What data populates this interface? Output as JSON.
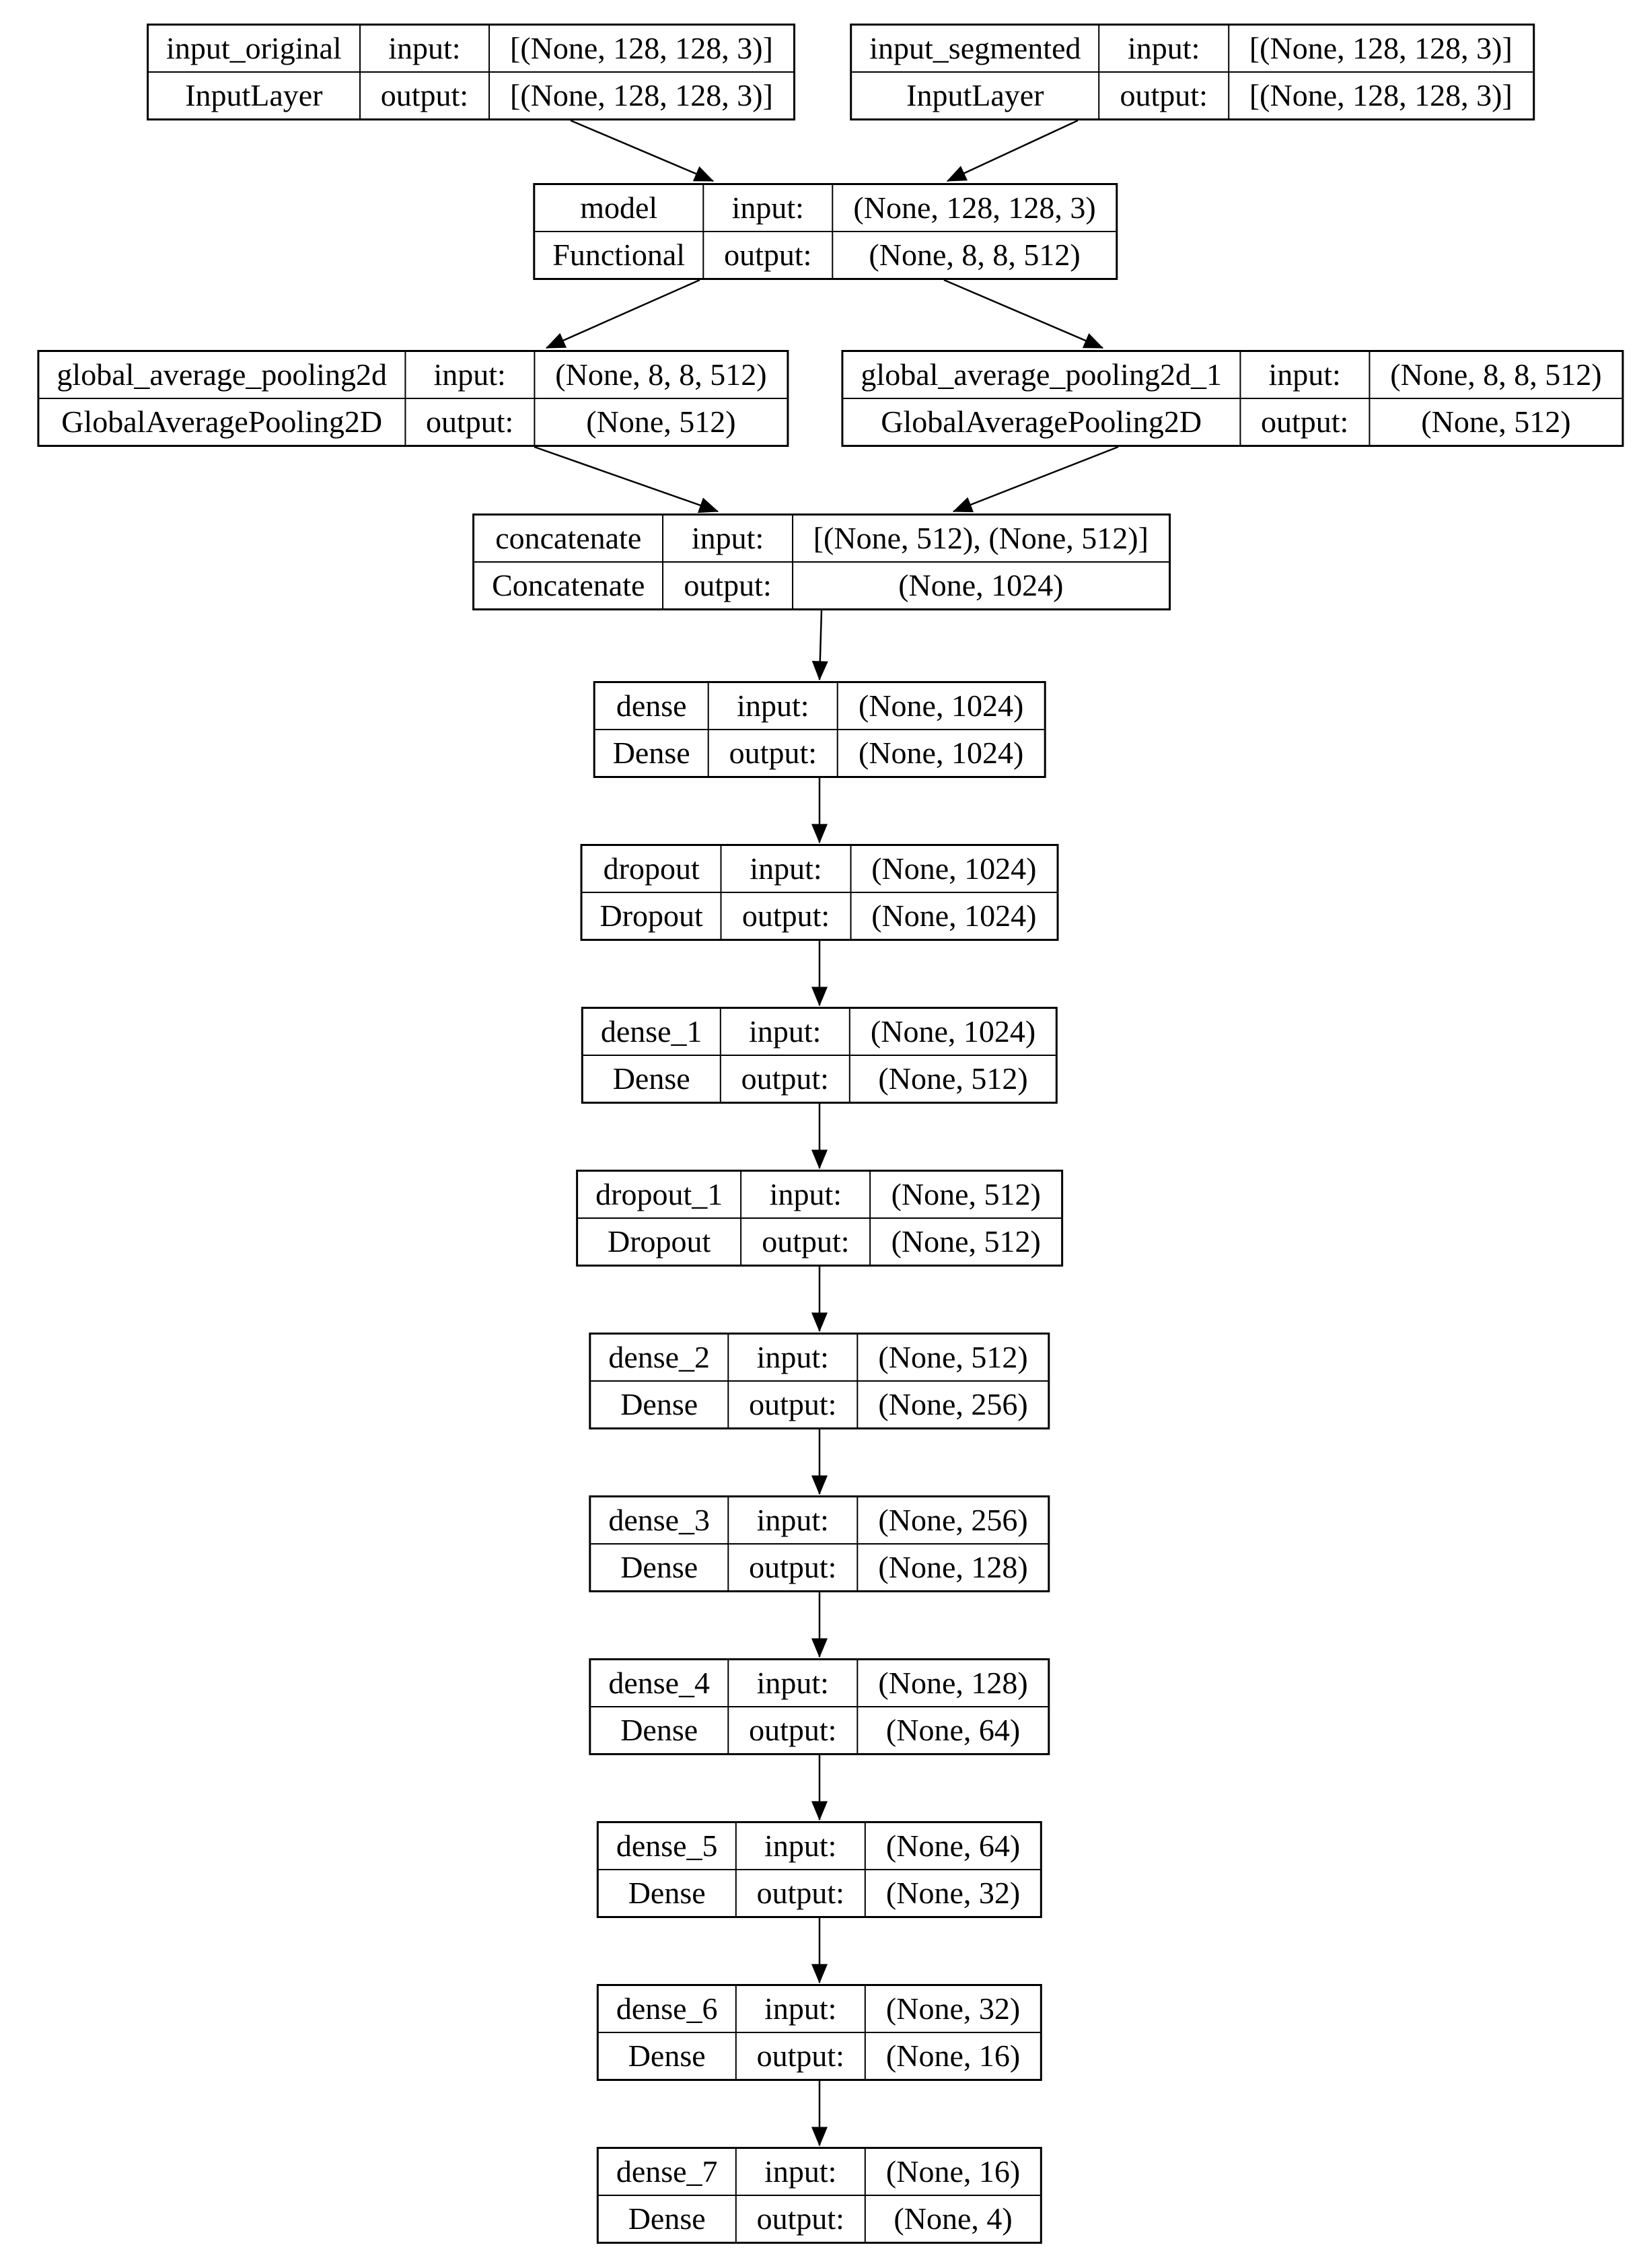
{
  "diagram": {
    "title": "Keras model architecture graph",
    "colors": {
      "background": "#ffffff",
      "line": "#000000",
      "text": "#000000",
      "node_fill": "#ffffff"
    },
    "nodes": [
      {
        "id": "input_original",
        "name": "input_original",
        "layer_type": "InputLayer",
        "input_label": "input:",
        "output_label": "output:",
        "input_shape": "[(None, 128, 128, 3)]",
        "output_shape": "[(None, 128, 128, 3)]"
      },
      {
        "id": "input_segmented",
        "name": "input_segmented",
        "layer_type": "InputLayer",
        "input_label": "input:",
        "output_label": "output:",
        "input_shape": "[(None, 128, 128, 3)]",
        "output_shape": "[(None, 128, 128, 3)]"
      },
      {
        "id": "model",
        "name": "model",
        "layer_type": "Functional",
        "input_label": "input:",
        "output_label": "output:",
        "input_shape": "(None, 128, 128, 3)",
        "output_shape": "(None, 8, 8, 512)"
      },
      {
        "id": "global_average_pooling2d",
        "name": "global_average_pooling2d",
        "layer_type": "GlobalAveragePooling2D",
        "input_label": "input:",
        "output_label": "output:",
        "input_shape": "(None, 8, 8, 512)",
        "output_shape": "(None, 512)"
      },
      {
        "id": "global_average_pooling2d_1",
        "name": "global_average_pooling2d_1",
        "layer_type": "GlobalAveragePooling2D",
        "input_label": "input:",
        "output_label": "output:",
        "input_shape": "(None, 8, 8, 512)",
        "output_shape": "(None, 512)"
      },
      {
        "id": "concatenate",
        "name": "concatenate",
        "layer_type": "Concatenate",
        "input_label": "input:",
        "output_label": "output:",
        "input_shape": "[(None, 512), (None, 512)]",
        "output_shape": "(None, 1024)"
      },
      {
        "id": "dense",
        "name": "dense",
        "layer_type": "Dense",
        "input_label": "input:",
        "output_label": "output:",
        "input_shape": "(None, 1024)",
        "output_shape": "(None, 1024)"
      },
      {
        "id": "dropout",
        "name": "dropout",
        "layer_type": "Dropout",
        "input_label": "input:",
        "output_label": "output:",
        "input_shape": "(None, 1024)",
        "output_shape": "(None, 1024)"
      },
      {
        "id": "dense_1",
        "name": "dense_1",
        "layer_type": "Dense",
        "input_label": "input:",
        "output_label": "output:",
        "input_shape": "(None, 1024)",
        "output_shape": "(None, 512)"
      },
      {
        "id": "dropout_1",
        "name": "dropout_1",
        "layer_type": "Dropout",
        "input_label": "input:",
        "output_label": "output:",
        "input_shape": "(None, 512)",
        "output_shape": "(None, 512)"
      },
      {
        "id": "dense_2",
        "name": "dense_2",
        "layer_type": "Dense",
        "input_label": "input:",
        "output_label": "output:",
        "input_shape": "(None, 512)",
        "output_shape": "(None, 256)"
      },
      {
        "id": "dense_3",
        "name": "dense_3",
        "layer_type": "Dense",
        "input_label": "input:",
        "output_label": "output:",
        "input_shape": "(None, 256)",
        "output_shape": "(None, 128)"
      },
      {
        "id": "dense_4",
        "name": "dense_4",
        "layer_type": "Dense",
        "input_label": "input:",
        "output_label": "output:",
        "input_shape": "(None, 128)",
        "output_shape": "(None, 64)"
      },
      {
        "id": "dense_5",
        "name": "dense_5",
        "layer_type": "Dense",
        "input_label": "input:",
        "output_label": "output:",
        "input_shape": "(None, 64)",
        "output_shape": "(None, 32)"
      },
      {
        "id": "dense_6",
        "name": "dense_6",
        "layer_type": "Dense",
        "input_label": "input:",
        "output_label": "output:",
        "input_shape": "(None, 32)",
        "output_shape": "(None, 16)"
      },
      {
        "id": "dense_7",
        "name": "dense_7",
        "layer_type": "Dense",
        "input_label": "input:",
        "output_label": "output:",
        "input_shape": "(None, 16)",
        "output_shape": "(None, 4)"
      }
    ],
    "edges": [
      {
        "from": "input_original",
        "to": "model"
      },
      {
        "from": "input_segmented",
        "to": "model"
      },
      {
        "from": "model",
        "to": "global_average_pooling2d"
      },
      {
        "from": "model",
        "to": "global_average_pooling2d_1"
      },
      {
        "from": "global_average_pooling2d",
        "to": "concatenate"
      },
      {
        "from": "global_average_pooling2d_1",
        "to": "concatenate"
      },
      {
        "from": "concatenate",
        "to": "dense"
      },
      {
        "from": "dense",
        "to": "dropout"
      },
      {
        "from": "dropout",
        "to": "dense_1"
      },
      {
        "from": "dense_1",
        "to": "dropout_1"
      },
      {
        "from": "dropout_1",
        "to": "dense_2"
      },
      {
        "from": "dense_2",
        "to": "dense_3"
      },
      {
        "from": "dense_3",
        "to": "dense_4"
      },
      {
        "from": "dense_4",
        "to": "dense_5"
      },
      {
        "from": "dense_5",
        "to": "dense_6"
      },
      {
        "from": "dense_6",
        "to": "dense_7"
      }
    ]
  }
}
